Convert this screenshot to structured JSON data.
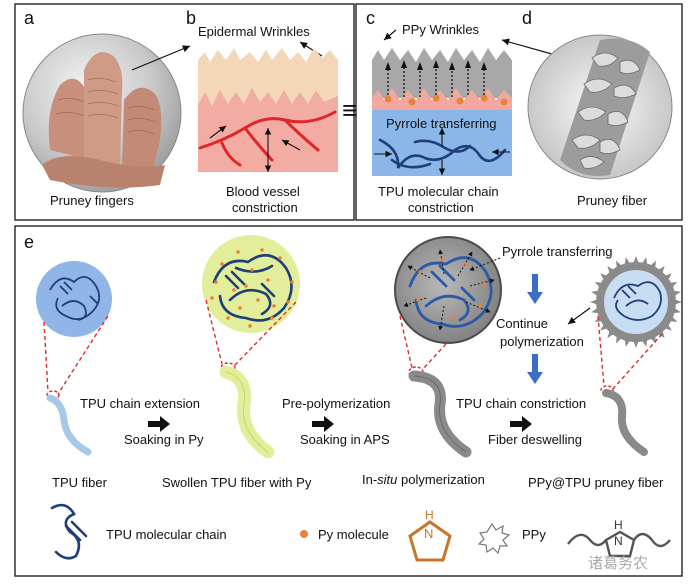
{
  "panel_letters": {
    "a": "a",
    "b": "b",
    "c": "c",
    "d": "d",
    "e": "e"
  },
  "top": {
    "epidermal_wrinkles": "Epidermal Wrinkles",
    "ppy_wrinkles": "PPy Wrinkles",
    "pyrrole_transferring_c": "Pyrrole transferring",
    "pruney_fingers": "Pruney fingers",
    "blood_vessel_1": "Blood vessel",
    "blood_vessel_2": "constriction",
    "tpu_chain_1": "TPU molecular chain",
    "tpu_chain_2": "constriction",
    "pruney_fiber": "Pruney fiber",
    "equiv": "≡"
  },
  "process": {
    "tpu_chain_extension": "TPU chain extension",
    "soaking_py": "Soaking in Py",
    "pre_polymerization": "Pre-polymerization",
    "soaking_aps": "Soaking in APS",
    "tpu_chain_constriction": "TPU chain constriction",
    "fiber_deswelling": "Fiber deswelling",
    "pyrrole_transferring": "Pyrrole transferring",
    "continue_1": "Continue",
    "continue_2": "polymerization",
    "tpu_fiber": "TPU fiber",
    "swollen": "Swollen TPU fiber with Py",
    "in_situ_prefix": "In-",
    "in_situ_italic": "situ",
    "in_situ_suffix": " polymerization",
    "pruney_fiber_final": "PPy@TPU pruney fiber"
  },
  "legend": {
    "tpu_chain": "TPU molecular chain",
    "py_molecule": "Py molecule",
    "ppy": "PPy",
    "n_h": "H",
    "n_n": "N",
    "n_h2": "H",
    "n_n2": "N"
  },
  "watermark": "诸葛务农",
  "colors": {
    "chain_blue": "#1e3f7a",
    "py_orange": "#e8813a",
    "tpu_fiber": "#a9c8e8",
    "swollen_fiber": "#e3ee9a",
    "ppy_gray": "#8a8a8a",
    "dash_red": "#e0282c",
    "vessel_red": "#e02626",
    "arrow_blue": "#3b6cc8"
  }
}
